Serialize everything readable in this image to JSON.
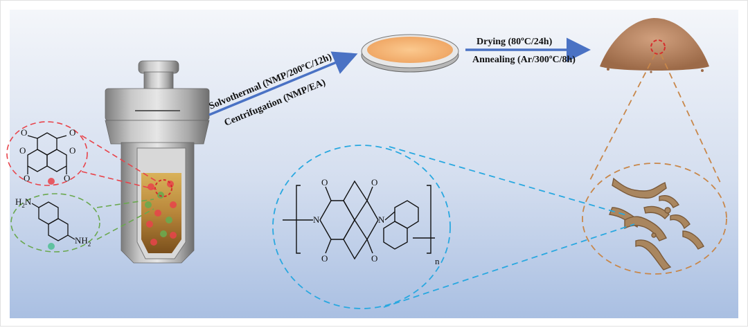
{
  "steps": {
    "solvothermal": "Solvothermal (NMP/200ºC/12h)",
    "centrifugation": "Centrifugation (NMP/EA)",
    "drying": "Drying (80ºC/24h)",
    "annealing": "Annealing (Ar/300ºC/8h)"
  },
  "atoms": {
    "oxygen": "O",
    "nitrogen": "N",
    "hydrogen": "H",
    "hydrogen_count": "2",
    "amine_n": "NH",
    "repeat": "n"
  },
  "colors": {
    "background_top": "#f4f6fa",
    "background_bottom": "#a9bfe2",
    "arrow": "#4a72c4",
    "precursor_circle": "#e8434a",
    "amine_circle": "#6aa84f",
    "polymer_circle": "#29a8e0",
    "product_circle": "#c8874a",
    "powder": "#b6805d",
    "dish_fill": "#f4b97d"
  },
  "icons": {
    "reactor": "autoclave-icon",
    "dish": "petri-dish-icon",
    "powder": "powder-pile-icon",
    "bundles": "nanobundle-icon"
  }
}
